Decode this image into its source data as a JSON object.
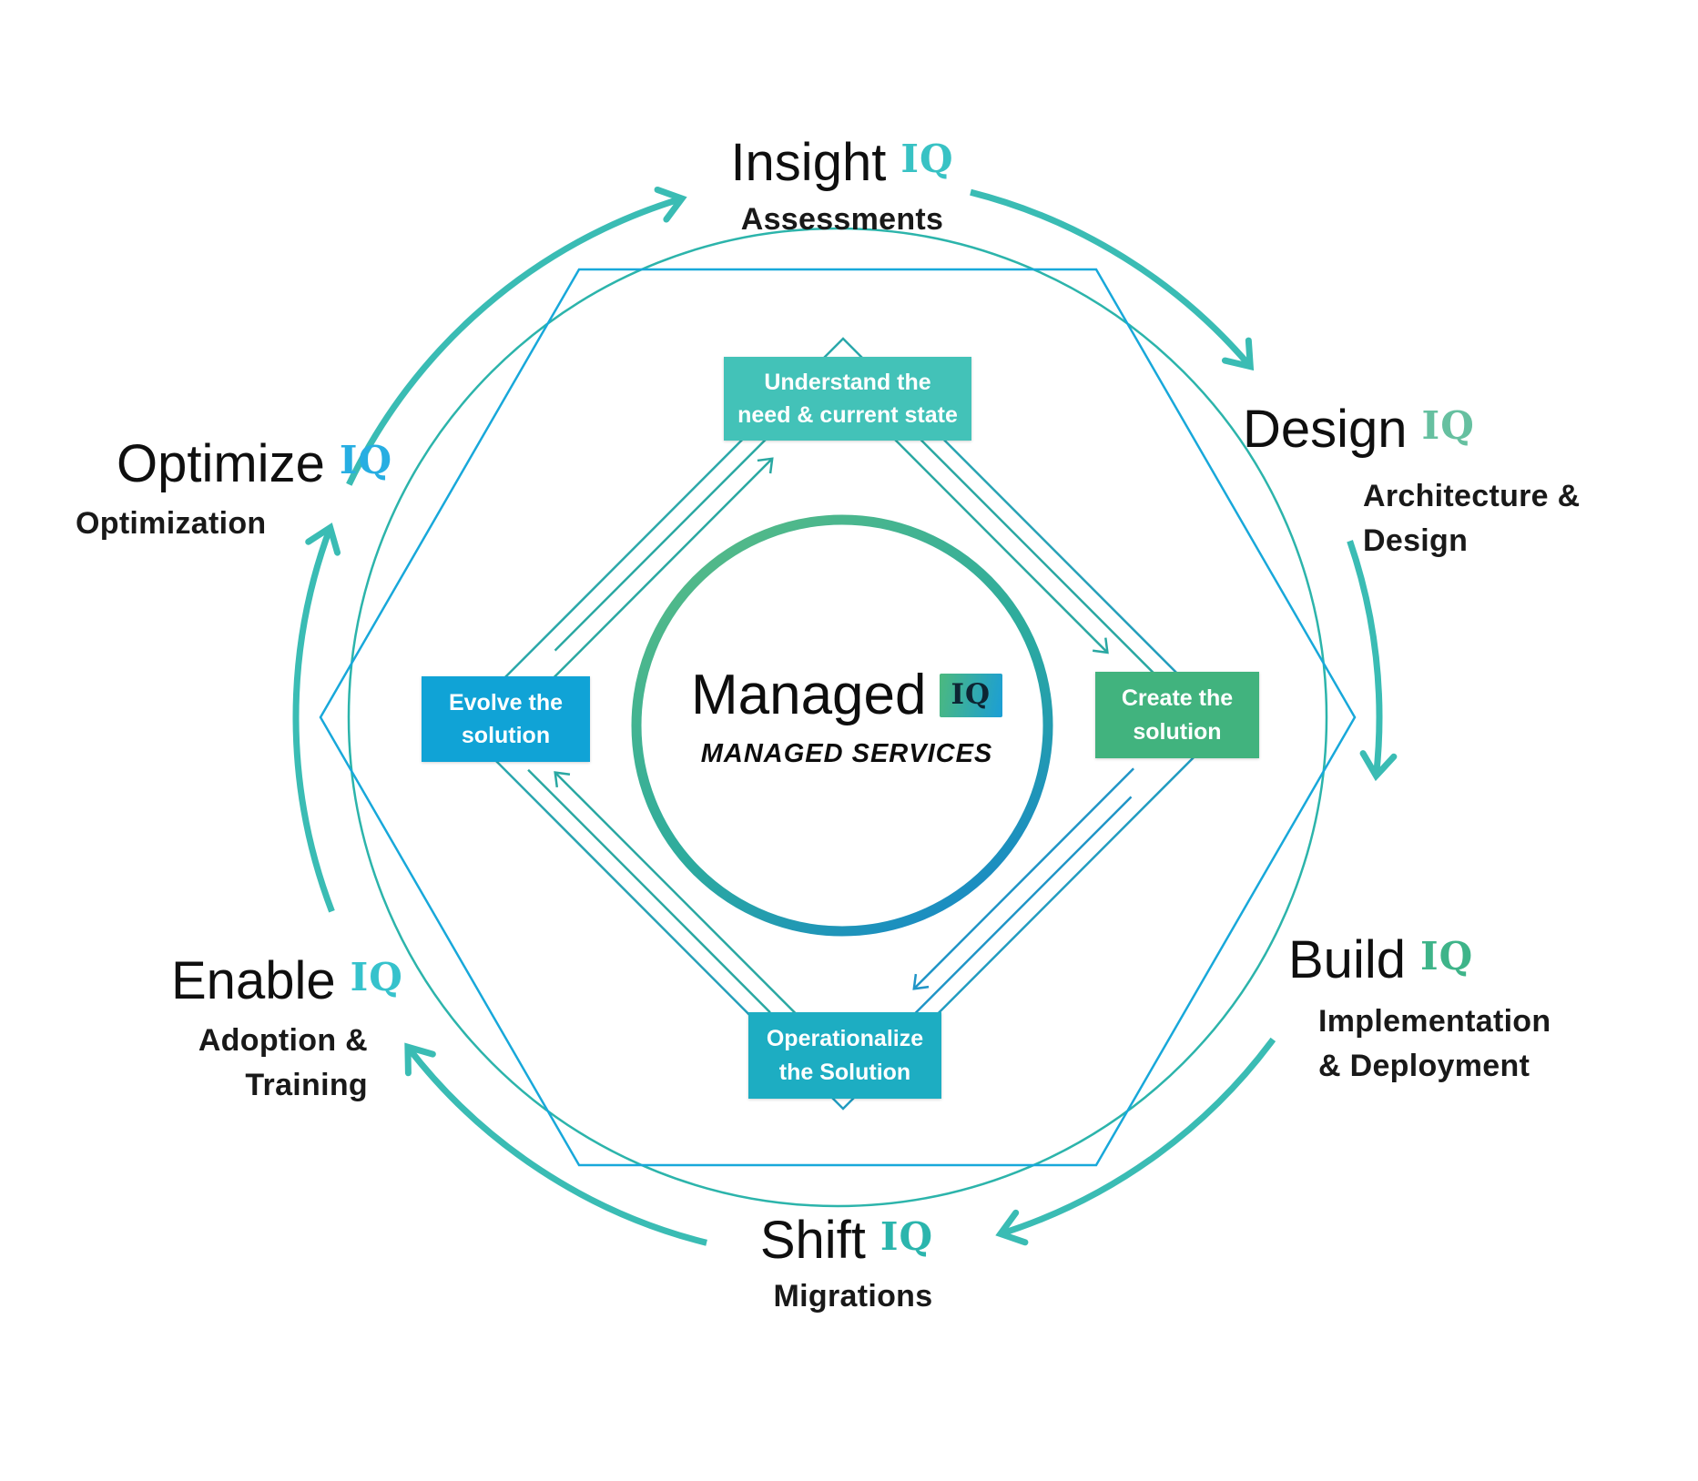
{
  "diagram": {
    "center": {
      "title": "Managed",
      "iq": "IQ",
      "subtitle": "MANAGED SERVICES"
    },
    "boxes": {
      "top": {
        "label": "Understand the\nneed & current state",
        "bg": "#43c2b8"
      },
      "right": {
        "label": "Create the\nsolution",
        "bg": "#41b37e"
      },
      "bottom": {
        "label": "Operationalize\nthe Solution",
        "bg": "#1dadc2"
      },
      "left": {
        "label": "Evolve the\nsolution",
        "bg": "#10a3d6"
      }
    },
    "stages": [
      {
        "id": "insight",
        "name": "Insight",
        "iq": "IQ",
        "iq_color": "#38c2c4",
        "subtitle": "Assessments"
      },
      {
        "id": "design",
        "name": "Design",
        "iq": "IQ",
        "iq_color": "#66c0a0",
        "subtitle": "Architecture &\nDesign"
      },
      {
        "id": "build",
        "name": "Build",
        "iq": "IQ",
        "iq_color": "#3eb489",
        "subtitle": "Implementation\n& Deployment"
      },
      {
        "id": "shift",
        "name": "Shift",
        "iq": "IQ",
        "iq_color": "#2bb5ad",
        "subtitle": "Migrations"
      },
      {
        "id": "enable",
        "name": "Enable",
        "iq": "IQ",
        "iq_color": "#36c2cc",
        "subtitle": "Adoption &\nTraining"
      },
      {
        "id": "optimize",
        "name": "Optimize",
        "iq": "IQ",
        "iq_color": "#27aee2",
        "subtitle": "Optimization"
      }
    ],
    "colors": {
      "outer_ring": "#3abcb4",
      "thin_circle": "#2cb4ab",
      "hexagon": "#18a8da",
      "diamond_start": "#2fae9f",
      "diamond_end": "#1e96cc",
      "center_ring_start": "#57bb86",
      "center_ring_end": "#1787c9",
      "inner_arrow_teal": "#2aa8a2",
      "inner_arrow_blue": "#2095c7",
      "iq_badge_start": "#4cb97e",
      "iq_badge_end": "#1b9ed6"
    }
  }
}
